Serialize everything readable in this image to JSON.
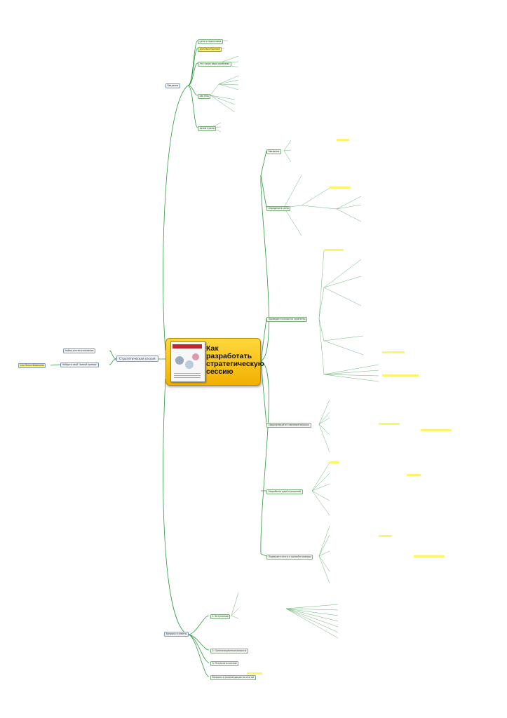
{
  "central": {
    "title": "Как разработать стратегическую сессию",
    "image": "book-cover"
  },
  "left": {
    "level1": "Стратегическая сессия",
    "level2": [
      "Набор для визуализации",
      "Найдите свой \"живой пример\""
    ],
    "level3": "или Петра Фомичева"
  },
  "top_branch": {
    "title": "Введение",
    "items": [
      "цели и подготовка",
      "для Кого Краткое",
      "Что такое ваша проблема",
      "как КИА",
      "зачем нужно"
    ]
  },
  "middle_branches": [
    "Введение",
    "Определите цели",
    "Проведите сессию по стратегии",
    "Сформулируйте ключевые вопросы",
    "Разработка идей и решений",
    "Подведите итоги и сделайте выводы"
  ],
  "bottom_branch": {
    "title": "Вопросы и ответы",
    "items": [
      "1. Вступление",
      "2. Организационные вопросы",
      "3. Результаты сессии",
      "Вопросы и рекомендации по итогам"
    ]
  },
  "colors": {
    "link": "#2f9a40",
    "central": "#f4bc12",
    "box_border": "#7a9bc0",
    "highlight": "#fff36a"
  }
}
